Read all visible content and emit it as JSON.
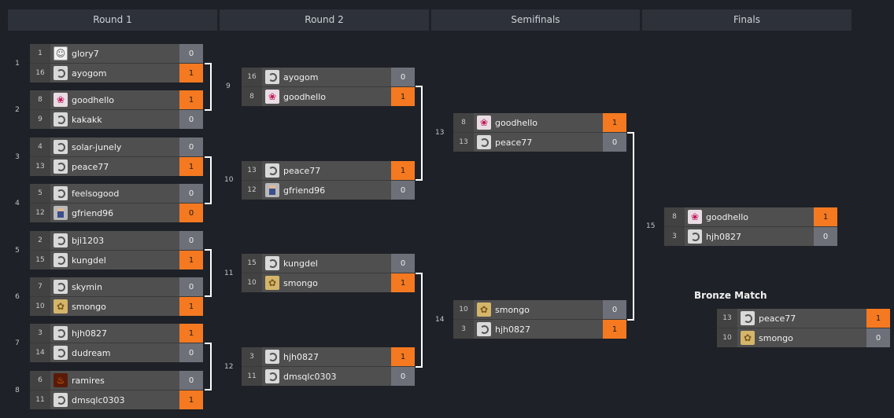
{
  "rounds": [
    "Round 1",
    "Round 2",
    "Semifinals",
    "Finals"
  ],
  "bronze_title": "Bronze Match",
  "colors": {
    "win": "#f47920",
    "score_bg": "#6d7078",
    "slot_bg": "#4f4f4f",
    "background": "#1e2127"
  },
  "round1": [
    {
      "num": "1",
      "slots": [
        {
          "seed": "1",
          "name": "glory7",
          "avatar": "glory",
          "score": "0",
          "win": false
        },
        {
          "seed": "16",
          "name": "ayogom",
          "avatar": "default",
          "score": "1",
          "win": true
        }
      ]
    },
    {
      "num": "2",
      "slots": [
        {
          "seed": "8",
          "name": "goodhello",
          "avatar": "pink",
          "score": "1",
          "win": true
        },
        {
          "seed": "9",
          "name": "kakakk",
          "avatar": "default",
          "score": "0",
          "win": false
        }
      ]
    },
    {
      "num": "3",
      "slots": [
        {
          "seed": "4",
          "name": "solar-junely",
          "avatar": "default",
          "score": "0",
          "win": false
        },
        {
          "seed": "13",
          "name": "peace77",
          "avatar": "default",
          "score": "1",
          "win": true
        }
      ]
    },
    {
      "num": "4",
      "slots": [
        {
          "seed": "5",
          "name": "feelsogood",
          "avatar": "default",
          "score": "0",
          "win": false
        },
        {
          "seed": "12",
          "name": "gfriend96",
          "avatar": "pixel",
          "score": "0",
          "win": true
        }
      ]
    },
    {
      "num": "5",
      "slots": [
        {
          "seed": "2",
          "name": "bji1203",
          "avatar": "default",
          "score": "0",
          "win": false
        },
        {
          "seed": "15",
          "name": "kungdel",
          "avatar": "default",
          "score": "1",
          "win": true
        }
      ]
    },
    {
      "num": "6",
      "slots": [
        {
          "seed": "7",
          "name": "skymin",
          "avatar": "default",
          "score": "0",
          "win": false
        },
        {
          "seed": "10",
          "name": "smongo",
          "avatar": "gold",
          "score": "1",
          "win": true
        }
      ]
    },
    {
      "num": "7",
      "slots": [
        {
          "seed": "3",
          "name": "hjh0827",
          "avatar": "default",
          "score": "1",
          "win": true
        },
        {
          "seed": "14",
          "name": "dudream",
          "avatar": "default",
          "score": "0",
          "win": false
        }
      ]
    },
    {
      "num": "8",
      "slots": [
        {
          "seed": "6",
          "name": "ramires",
          "avatar": "fire",
          "score": "0",
          "win": false
        },
        {
          "seed": "11",
          "name": "dmsqlc0303",
          "avatar": "default",
          "score": "1",
          "win": true
        }
      ]
    }
  ],
  "round2": [
    {
      "num": "9",
      "slots": [
        {
          "seed": "16",
          "name": "ayogom",
          "avatar": "default",
          "score": "0",
          "win": false
        },
        {
          "seed": "8",
          "name": "goodhello",
          "avatar": "pink",
          "score": "1",
          "win": true
        }
      ]
    },
    {
      "num": "10",
      "slots": [
        {
          "seed": "13",
          "name": "peace77",
          "avatar": "default",
          "score": "1",
          "win": true
        },
        {
          "seed": "12",
          "name": "gfriend96",
          "avatar": "pixel",
          "score": "0",
          "win": false
        }
      ]
    },
    {
      "num": "11",
      "slots": [
        {
          "seed": "15",
          "name": "kungdel",
          "avatar": "default",
          "score": "0",
          "win": false
        },
        {
          "seed": "10",
          "name": "smongo",
          "avatar": "gold",
          "score": "1",
          "win": true
        }
      ]
    },
    {
      "num": "12",
      "slots": [
        {
          "seed": "3",
          "name": "hjh0827",
          "avatar": "default",
          "score": "1",
          "win": true
        },
        {
          "seed": "11",
          "name": "dmsqlc0303",
          "avatar": "default",
          "score": "0",
          "win": false
        }
      ]
    }
  ],
  "semifinals": [
    {
      "num": "13",
      "slots": [
        {
          "seed": "8",
          "name": "goodhello",
          "avatar": "pink",
          "score": "1",
          "win": true
        },
        {
          "seed": "13",
          "name": "peace77",
          "avatar": "default",
          "score": "0",
          "win": false
        }
      ]
    },
    {
      "num": "14",
      "slots": [
        {
          "seed": "10",
          "name": "smongo",
          "avatar": "gold",
          "score": "0",
          "win": false
        },
        {
          "seed": "3",
          "name": "hjh0827",
          "avatar": "default",
          "score": "1",
          "win": true
        }
      ]
    }
  ],
  "finals": [
    {
      "num": "15",
      "slots": [
        {
          "seed": "8",
          "name": "goodhello",
          "avatar": "pink",
          "score": "1",
          "win": true
        },
        {
          "seed": "3",
          "name": "hjh0827",
          "avatar": "default",
          "score": "0",
          "win": false
        }
      ]
    }
  ],
  "bronze": [
    {
      "num": "",
      "slots": [
        {
          "seed": "13",
          "name": "peace77",
          "avatar": "default",
          "score": "1",
          "win": true
        },
        {
          "seed": "10",
          "name": "smongo",
          "avatar": "gold",
          "score": "0",
          "win": false
        }
      ]
    }
  ]
}
